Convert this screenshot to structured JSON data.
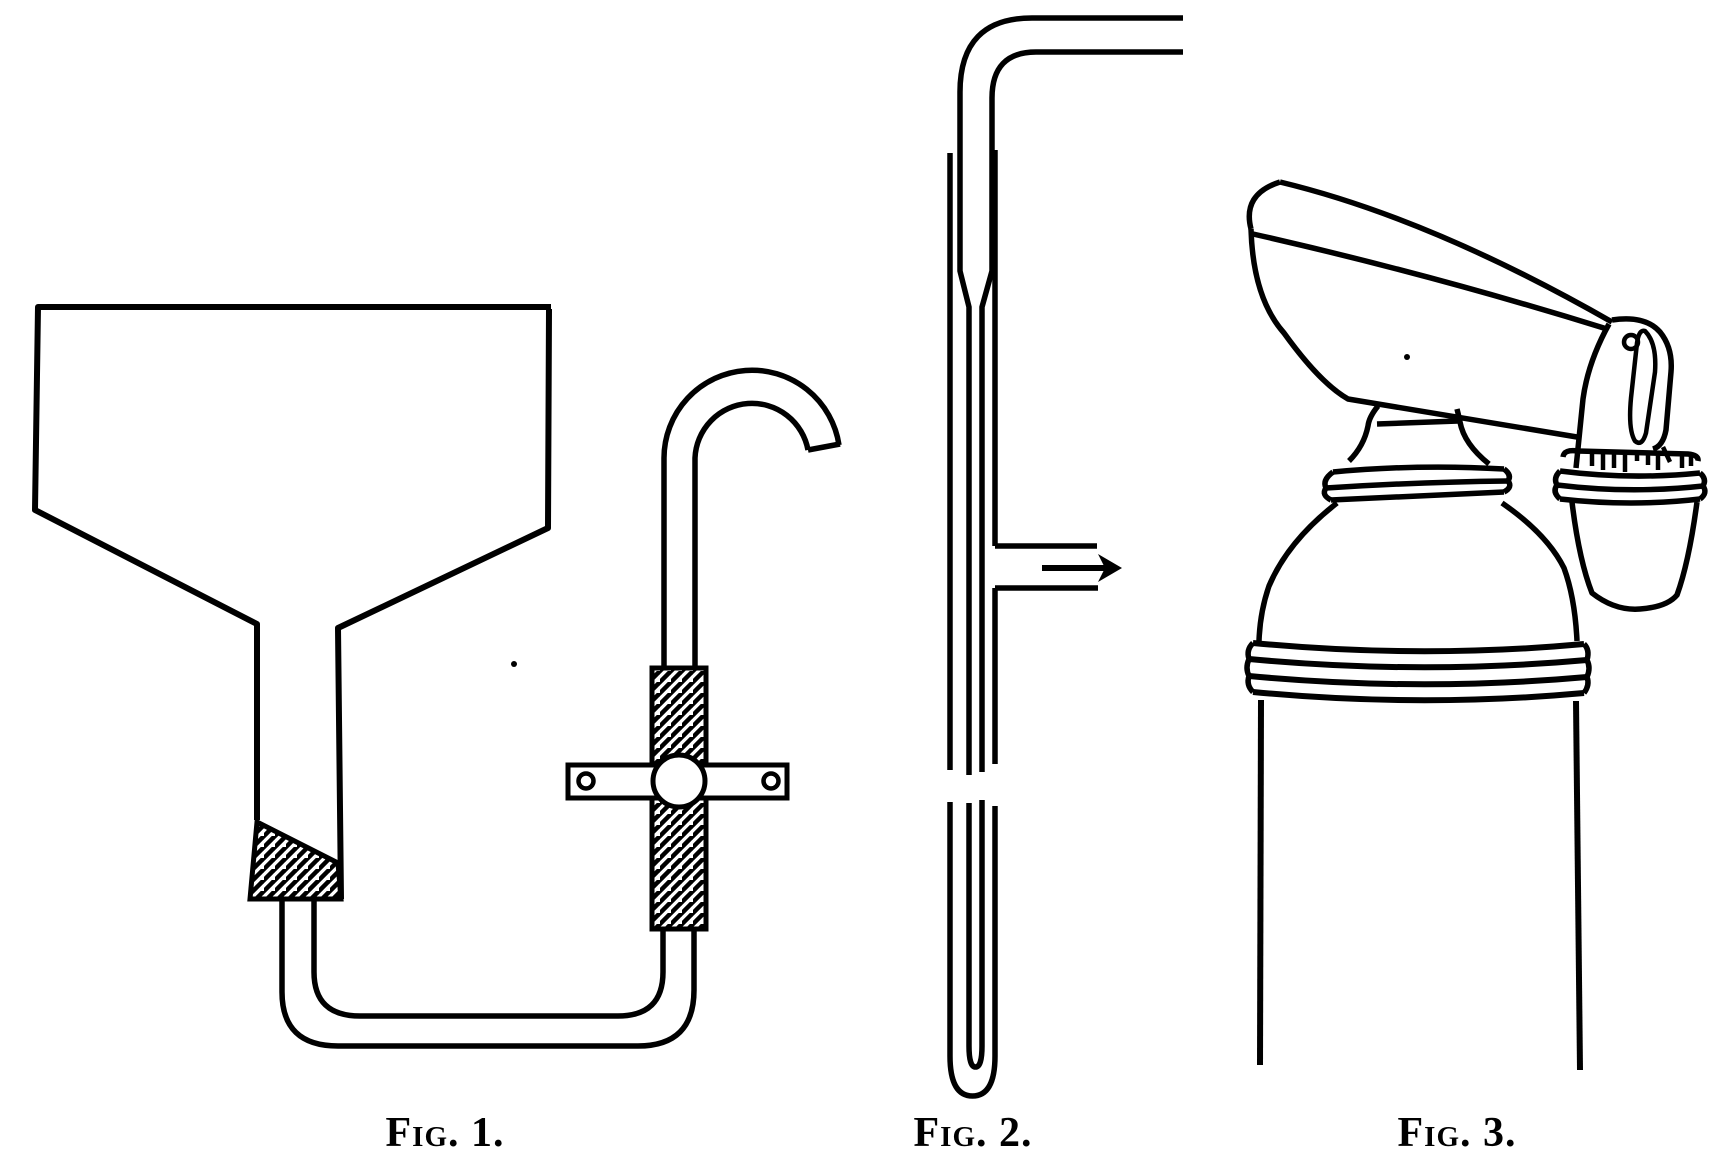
{
  "page": {
    "background_color": "#ffffff",
    "ink_color": "#000000"
  },
  "figures": [
    {
      "caption": "Fig. 1.",
      "name": "funnel-with-stopcock-delivery-tube"
    },
    {
      "caption": "Fig. 2.",
      "name": "nested-jet-tube-with-side-outlet"
    },
    {
      "caption": "Fig. 3.",
      "name": "siphon-bottle-pouring-into-cup"
    }
  ]
}
